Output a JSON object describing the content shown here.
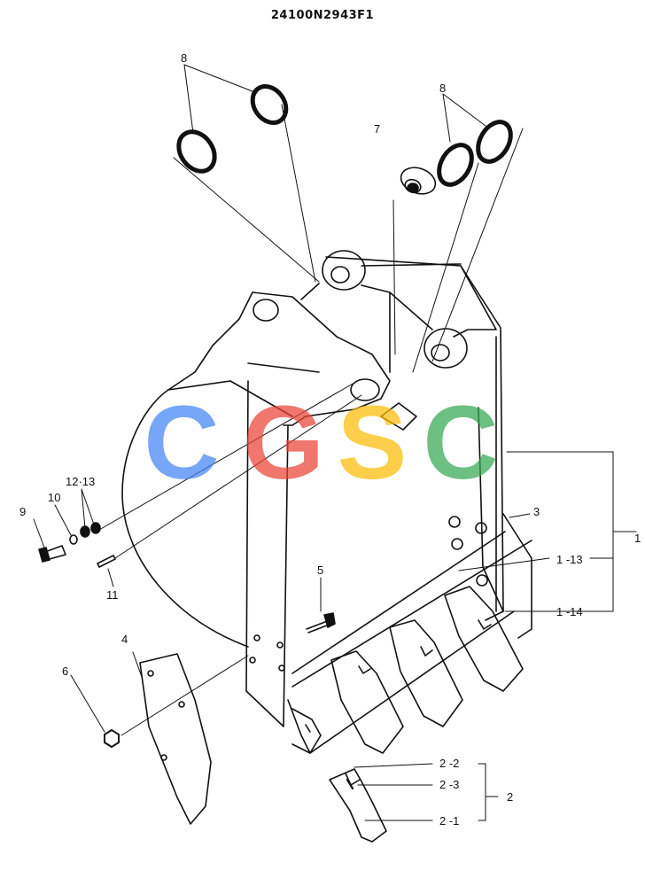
{
  "drawing": {
    "number": "24100N2943F1"
  },
  "watermark": {
    "letters": [
      "C",
      "G",
      "S",
      "C"
    ],
    "colors": [
      "#4285F4",
      "#EA4335",
      "#FBBC05",
      "#34A853"
    ]
  },
  "callouts": {
    "c8_left": "8",
    "c8_right": "8",
    "c7": "7",
    "c3": "3",
    "c1": "1",
    "c1_13": "1 -13",
    "c1_14": "1 -14",
    "c12_13": "12·13",
    "c10": "10",
    "c9": "9",
    "c11": "11",
    "c5": "5",
    "c4": "4",
    "c6": "6",
    "c2_2": "2 -2",
    "c2_3": "2 -3",
    "c2_1": "2 -1",
    "c2": "2"
  },
  "colors": {
    "line": "#111111",
    "background": "#ffffff"
  }
}
